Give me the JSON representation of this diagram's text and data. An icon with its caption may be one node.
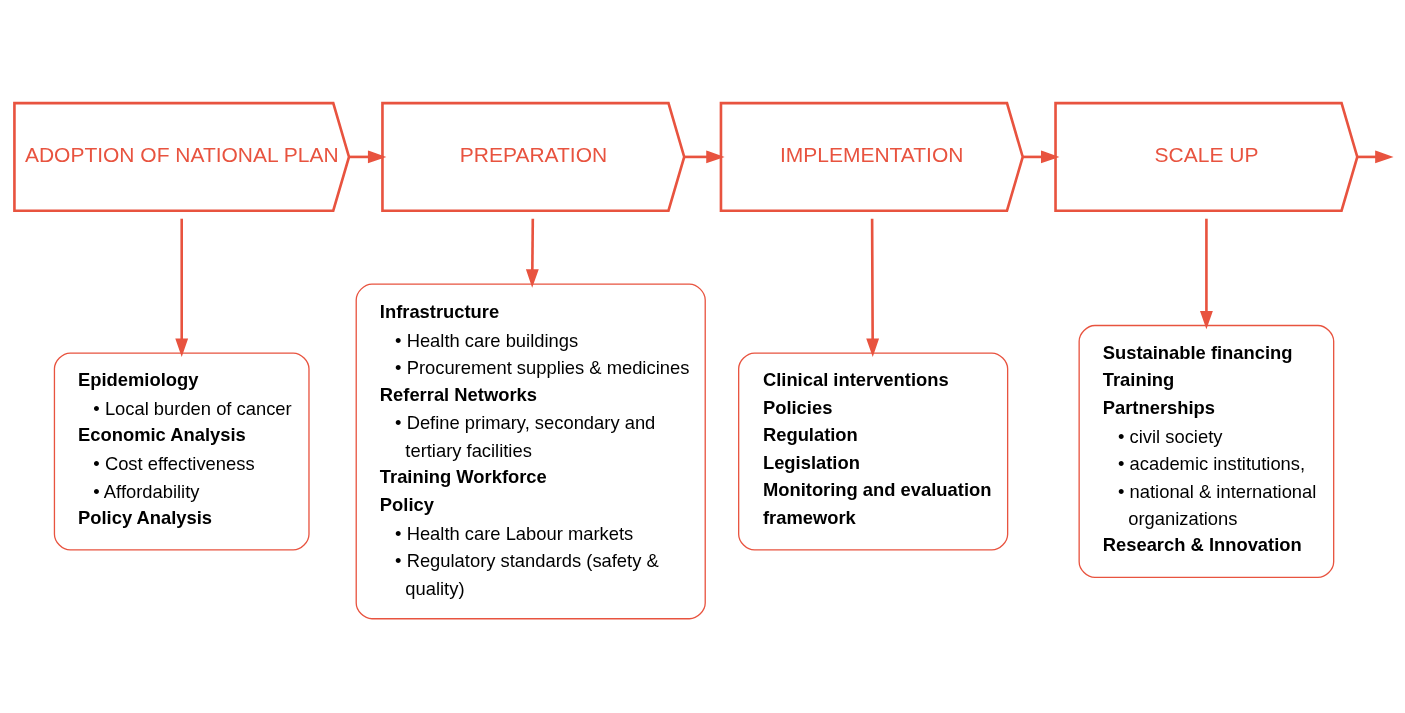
{
  "diagram": {
    "nodes": [
      {
        "text": [
          "ADOPTION OF NATIONAL PLAN"
        ]
      },
      {
        "text": [
          "PREPARATION"
        ]
      },
      {
        "text": [
          "IMPLEMENTATION"
        ]
      },
      {
        "text": [
          "SCALE UP"
        ]
      },
      {
        "text": [
          "Epidemiology",
          "• Local burden of cancer",
          "Economic Analysis",
          "• Cost effectiveness",
          "• Affordability",
          "Policy Analysis"
        ]
      },
      {
        "text": [
          "Infrastructure",
          "• Health care buildings",
          "• Procurement supplies & medicines",
          "Referral Networks",
          "• Define primary, secondary and tertiary facilities",
          "Training Workforce",
          "Policy",
          "• Health care Labour markets",
          "• Regulatory standards (safety & quality)"
        ]
      },
      {
        "text": [
          "Clinical interventions",
          "Policies",
          "Regulation",
          "Legislation",
          "Monitoring and evaluation framework"
        ]
      },
      {
        "text": [
          "Sustainable financing",
          "Training",
          "Partnerships",
          "• civil society",
          "• academic institutions,",
          "• national & international organizations",
          "Research & Innovation"
        ]
      }
    ],
    "edges": [
      {
        "from": 0,
        "to": 1,
        "arrow": "to"
      },
      {
        "from": 1,
        "to": 2,
        "arrow": "to"
      },
      {
        "from": 2,
        "to": 3,
        "arrow": "to"
      },
      {
        "from": 3,
        "to": null,
        "arrow": "to"
      },
      {
        "from": 0,
        "to": 4,
        "arrow": "to"
      },
      {
        "from": 1,
        "to": 5,
        "arrow": "to"
      },
      {
        "from": 2,
        "to": 6,
        "arrow": "to"
      },
      {
        "from": 3,
        "to": 7,
        "arrow": "to"
      }
    ]
  }
}
